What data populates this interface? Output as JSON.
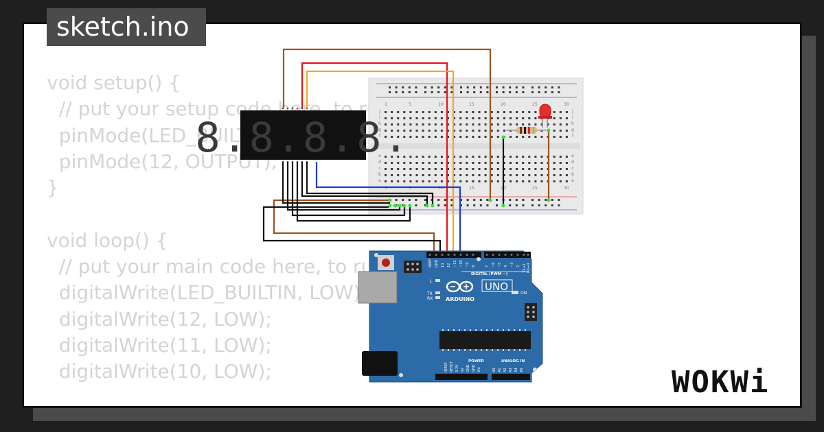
{
  "file_tab": {
    "name": "sketch.ino"
  },
  "code_lines": [
    "void setup() {",
    "  // put your setup code here, to run once:",
    "  pinMode(LED_BUILTIN, OUTPUT);",
    "  pinMode(12, OUTPUT);",
    "}",
    "",
    "void loop() {",
    "  // put your main code here, to run repeatedly:",
    "  digitalWrite(LED_BUILTIN, LOW);",
    "  digitalWrite(12, LOW);",
    "  digitalWrite(11, LOW);",
    "  digitalWrite(10, LOW);"
  ],
  "brand": {
    "logo": "WOKWi"
  },
  "seven_segment": {
    "digits": "8.8.8.8."
  },
  "breadboard": {
    "col_labels": [
      "1",
      "5",
      "10",
      "15",
      "20",
      "25",
      "30"
    ],
    "row_labels_top": [
      "j",
      "i",
      "h",
      "g",
      "f"
    ],
    "row_labels_bottom": [
      "e",
      "d",
      "c",
      "b",
      "a"
    ]
  },
  "arduino": {
    "model": "UNO",
    "brand": "ARDUINO",
    "on_label": "ON",
    "l_label": "L",
    "tx_label": "TX",
    "rx_label": "RX",
    "digital_label": "DIGITAL (PWM ~)",
    "power_label": "POWER",
    "analog_label": "ANALOG IN",
    "top_pins": [
      "AREF",
      "GND",
      "13",
      "12",
      "~11",
      "~10",
      "~9",
      "8",
      "7",
      "~6",
      "~5",
      "4",
      "~3",
      "2",
      "TX→1",
      "RX←0"
    ],
    "bottom_pins": [
      "IOREF",
      "RESET",
      "3.3V",
      "5V",
      "GND",
      "GND",
      "Vin",
      "A0",
      "A1",
      "A2",
      "A3",
      "A4",
      "A5"
    ]
  },
  "colors": {
    "wire_brown": "#a0521e",
    "wire_red": "#e8141b",
    "wire_orange": "#f6a623",
    "wire_blue": "#1a3dcc",
    "board": "#2c6aa8",
    "led": "#e82d2d"
  }
}
